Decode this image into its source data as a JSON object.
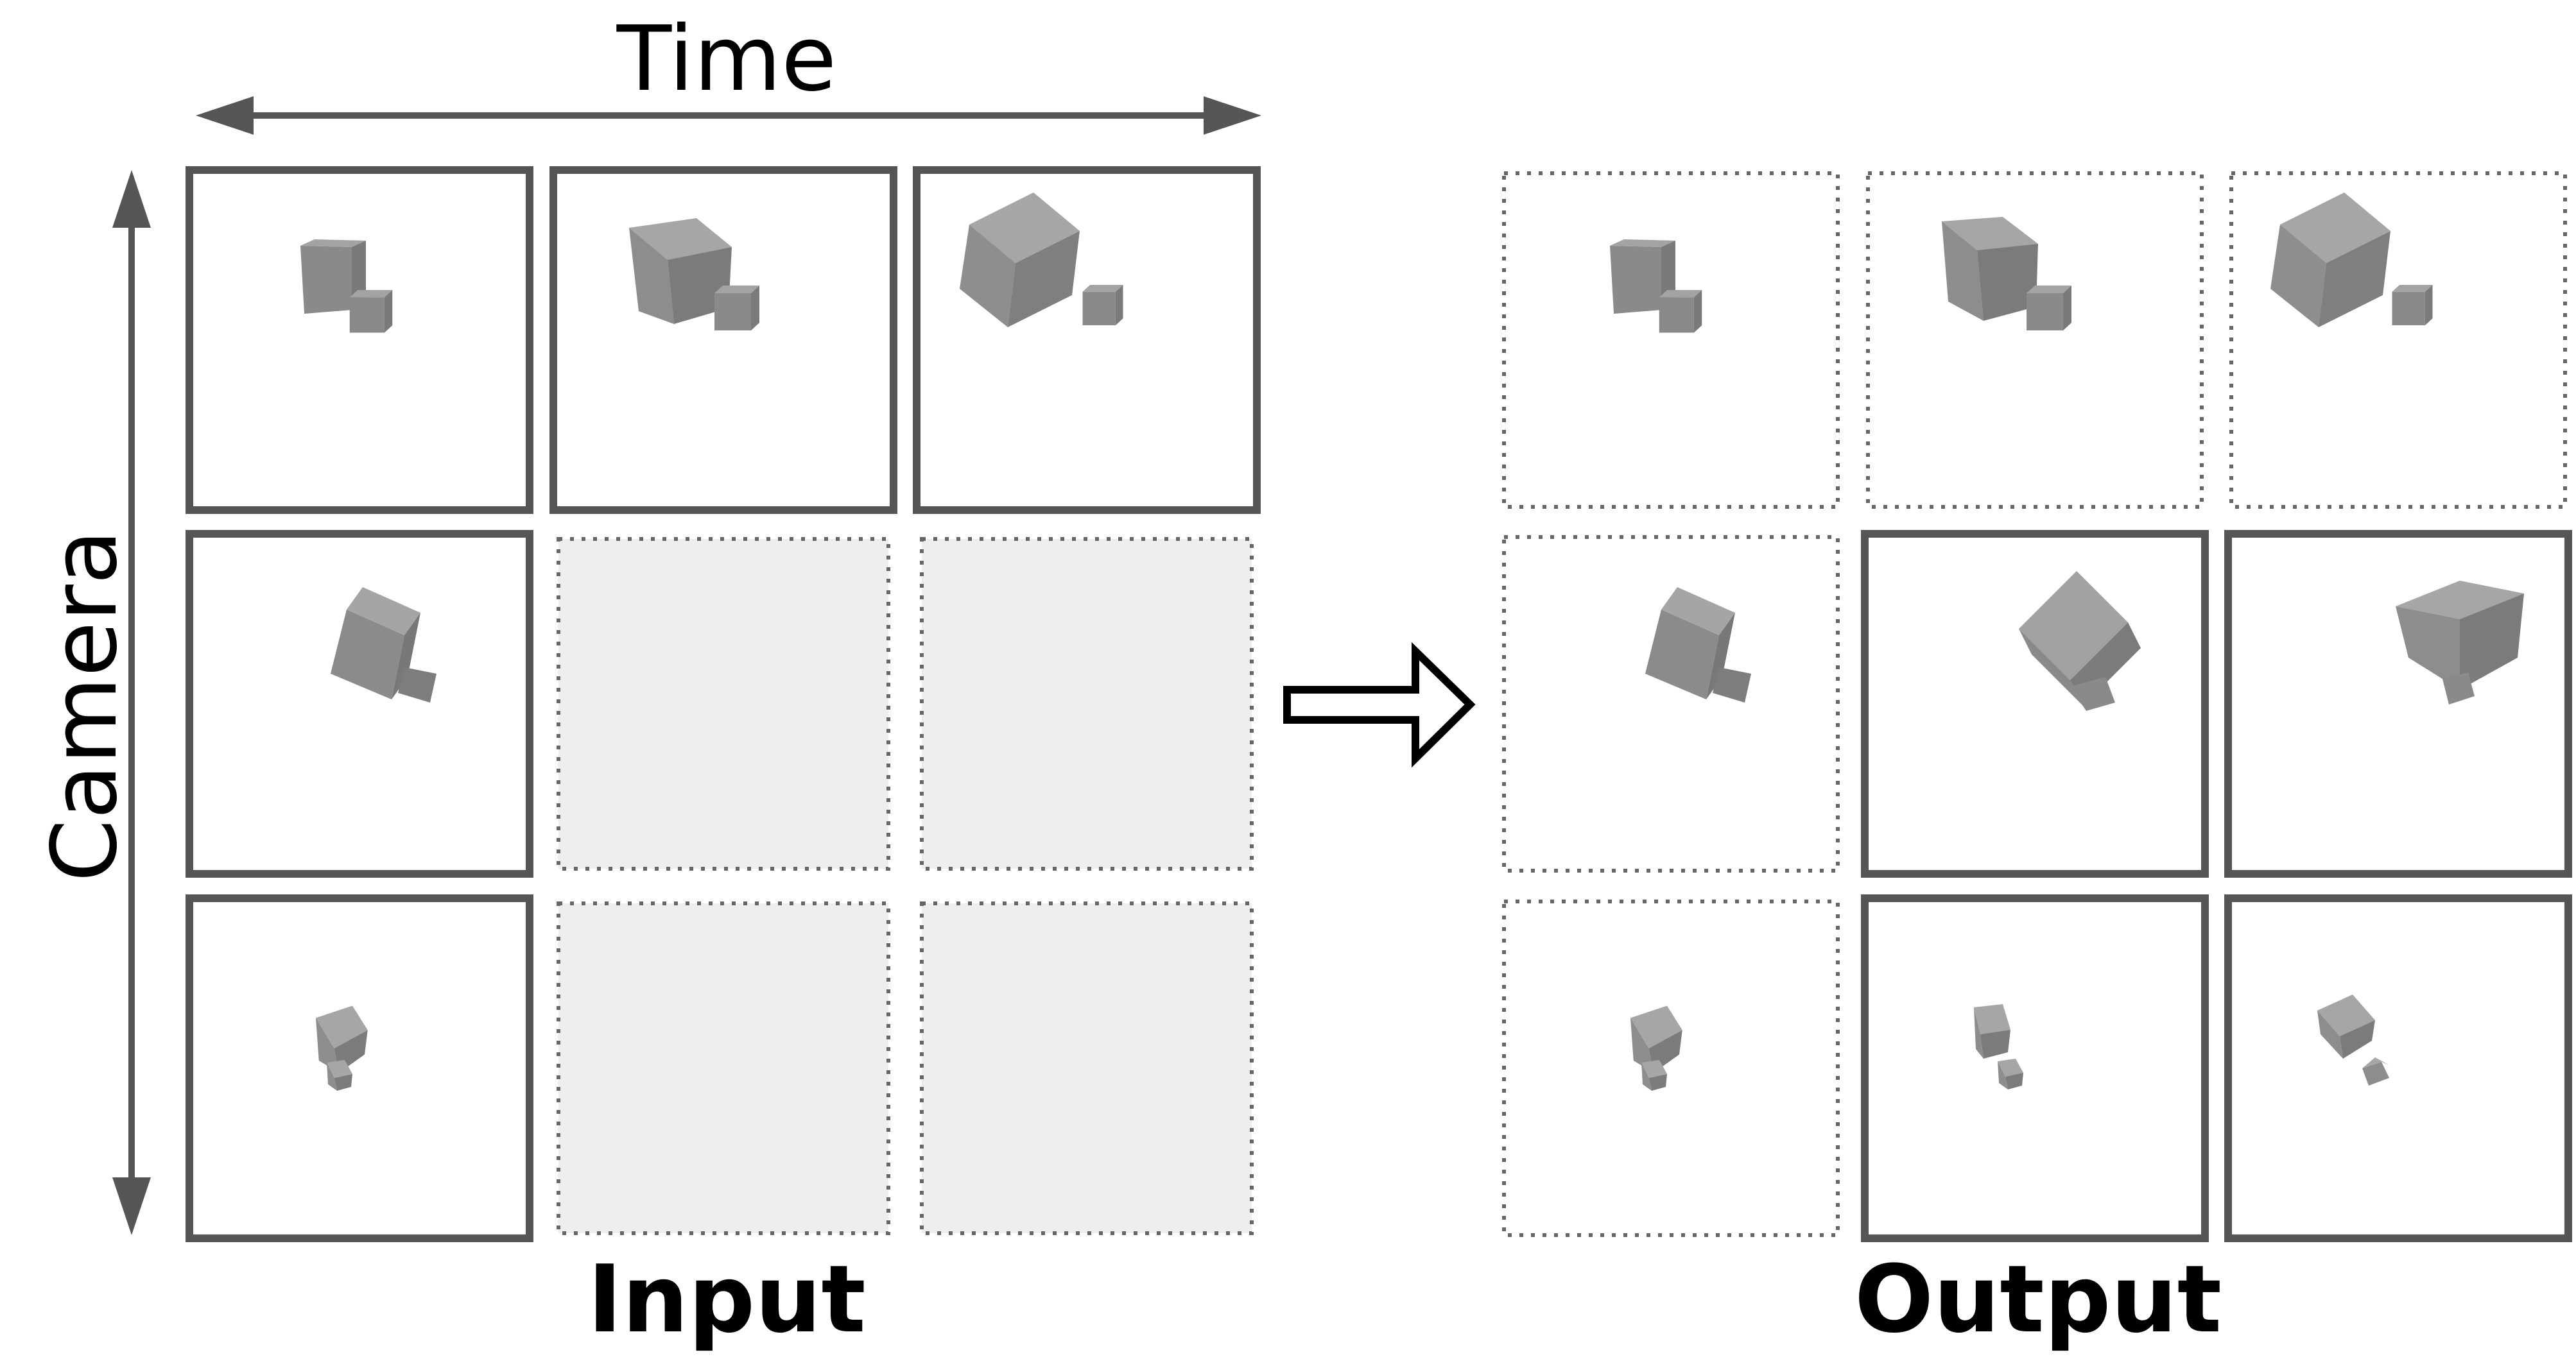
{
  "labels": {
    "time": "Time",
    "camera": "Camera",
    "input": "Input",
    "output": "Output"
  },
  "colors": {
    "frame_solid": "#555555",
    "frame_dotted": "#666666",
    "masked_fill": "#eeeeee",
    "cube_top": "#a6a6a6",
    "cube_side_light": "#939393",
    "cube_side_dark": "#7d7d7d",
    "arrow": "#555555"
  },
  "input_grid": {
    "rows": [
      [
        {
          "state": "observed"
        },
        {
          "state": "observed"
        },
        {
          "state": "observed"
        }
      ],
      [
        {
          "state": "observed"
        },
        {
          "state": "masked"
        },
        {
          "state": "masked"
        }
      ],
      [
        {
          "state": "observed"
        },
        {
          "state": "masked"
        },
        {
          "state": "masked"
        }
      ]
    ]
  },
  "output_grid": {
    "rows": [
      [
        {
          "state": "given"
        },
        {
          "state": "given"
        },
        {
          "state": "given"
        }
      ],
      [
        {
          "state": "given"
        },
        {
          "state": "generated"
        },
        {
          "state": "generated"
        }
      ],
      [
        {
          "state": "given"
        },
        {
          "state": "generated"
        },
        {
          "state": "generated"
        }
      ]
    ]
  },
  "icons": {
    "transform_arrow": "hollow-right-arrow-icon",
    "time_axis": "double-headed-horizontal-arrow-icon",
    "camera_axis": "double-headed-vertical-arrow-icon"
  }
}
